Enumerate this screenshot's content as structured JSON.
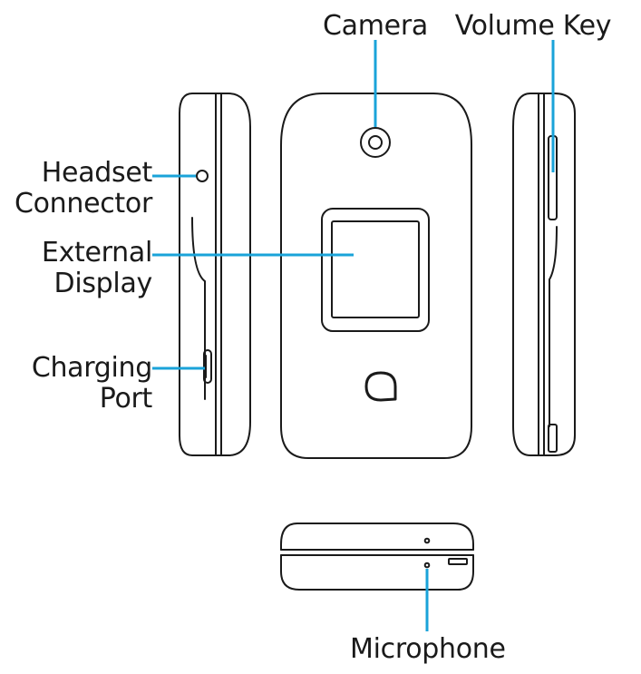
{
  "colors": {
    "callout_line": "#1aa3d9",
    "outline": "#1a1a1a",
    "background": "#ffffff"
  },
  "labels": {
    "camera": "Camera",
    "volume_key": "Volume Key",
    "headset_connector": [
      "Headset",
      "Connector"
    ],
    "external_display": [
      "External",
      "Display"
    ],
    "charging_port": [
      "Charging",
      "Port"
    ],
    "microphone": "Microphone"
  },
  "icons": {
    "brand_logo": "alcatel-a-logo-icon"
  }
}
